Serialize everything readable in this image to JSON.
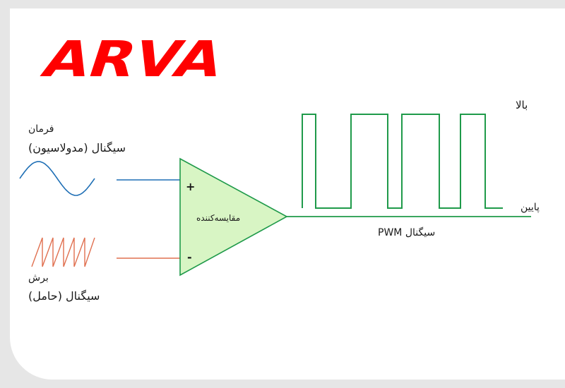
{
  "brand": {
    "logo_text": "ARVA",
    "logo_color": "#ff0000"
  },
  "colors": {
    "modulating_wave": "#1f6fb5",
    "carrier_wave": "#e07050",
    "pwm_output": "#1f9a4a",
    "comparator_fill": "#d8f5c4",
    "comparator_stroke": "#1f9a4a"
  },
  "inputs": {
    "command_word": "فرمان",
    "command_signal": "سیگنال (مدولاسیون)",
    "cut_word": "برش",
    "carrier_signal": "سیگنال (حامل)"
  },
  "comparator": {
    "label": "مقایسه‌کننده",
    "plus": "+",
    "minus": "-"
  },
  "output": {
    "high": "بالا",
    "low": "پایین",
    "pwm_label": "سیگنال PWM"
  }
}
